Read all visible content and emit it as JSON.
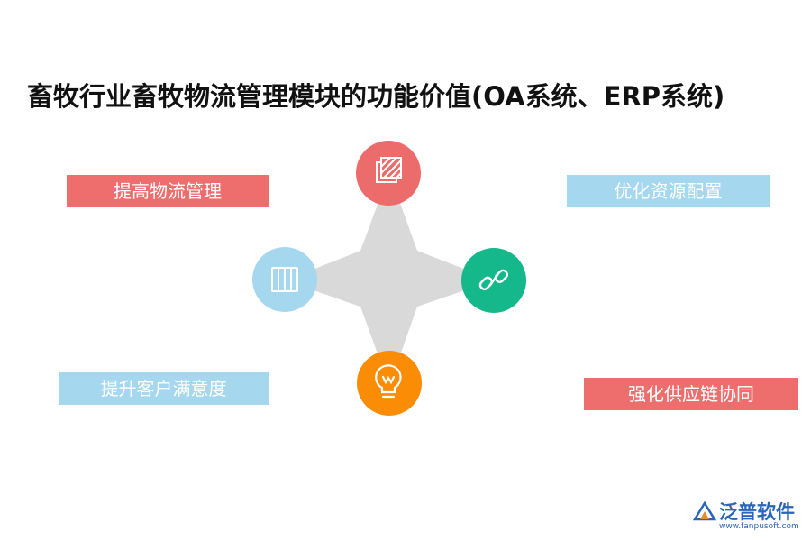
{
  "title": "畜牧行业畜牧物流管理模块的功能价值(OA系统、ERP系统)",
  "labels": {
    "top_left": "提高物流管理",
    "top_right": "优化资源配置",
    "bottom_left": "提升客户满意度",
    "bottom_right": "强化供应链协同"
  },
  "nodes": [
    {
      "position": "top",
      "color": "#ec6b6b",
      "icon": "hatched-square-icon"
    },
    {
      "position": "left",
      "color": "#a5d8ee",
      "icon": "book-columns-icon"
    },
    {
      "position": "right",
      "color": "#14b88b",
      "icon": "chain-link-icon"
    },
    {
      "position": "bottom",
      "color": "#fa8c06",
      "icon": "lightbulb-icon"
    }
  ],
  "colors": {
    "label_red": "#ee6e6e",
    "label_blue": "#a5d8ee",
    "star": "#d9d9d9",
    "brand": "#2a66b7"
  },
  "logo": {
    "name": "泛普软件",
    "url": "www.fanpusoft.com"
  }
}
